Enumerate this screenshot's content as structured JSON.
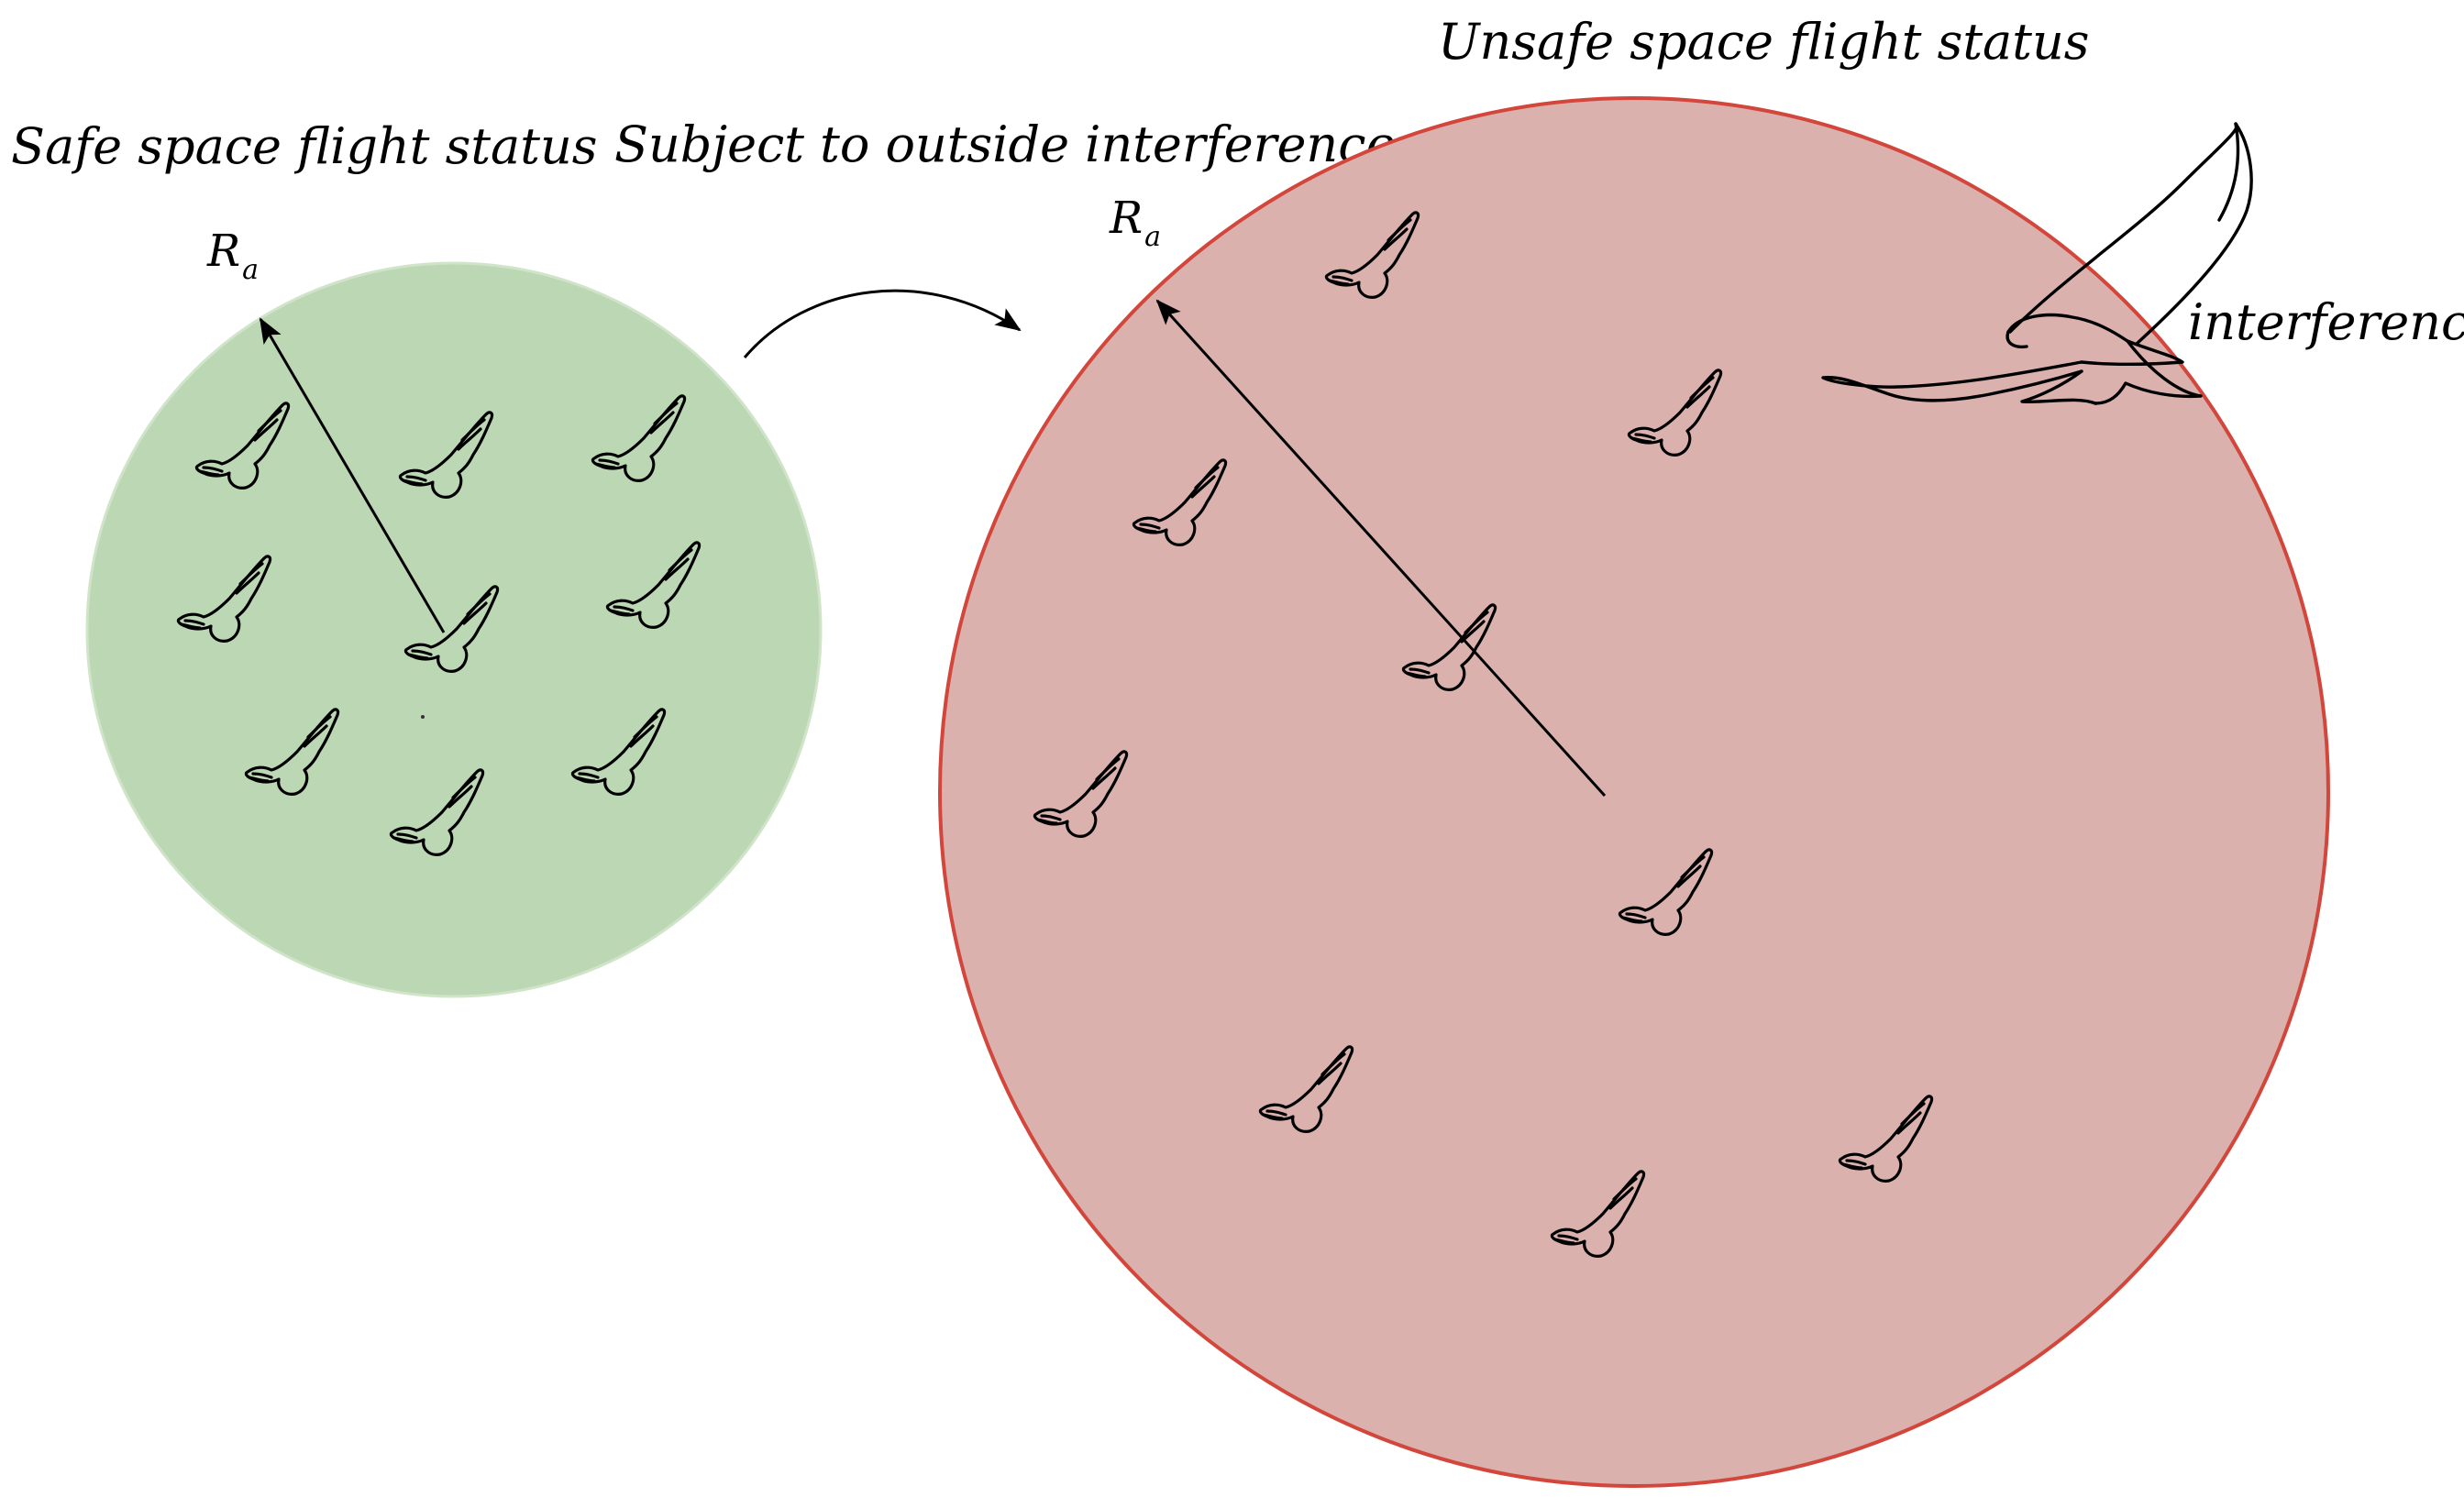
{
  "labels": {
    "safe_title": "Safe space flight status",
    "transition_title": "Subject to outside interference",
    "unsafe_title": "Unsafe space flight status",
    "interference": "interference",
    "radius_symbol": "R",
    "radius_subscript": "a"
  },
  "colors": {
    "safe_fill": "#bcd7b3",
    "safe_stroke": "#cfe4c8",
    "unsafe_fill": "#dbb1ad",
    "unsafe_stroke": "#d2463c",
    "outline": "#000000"
  },
  "icons": [
    "bird-icon",
    "predator-bird-icon",
    "arrow-icon"
  ]
}
